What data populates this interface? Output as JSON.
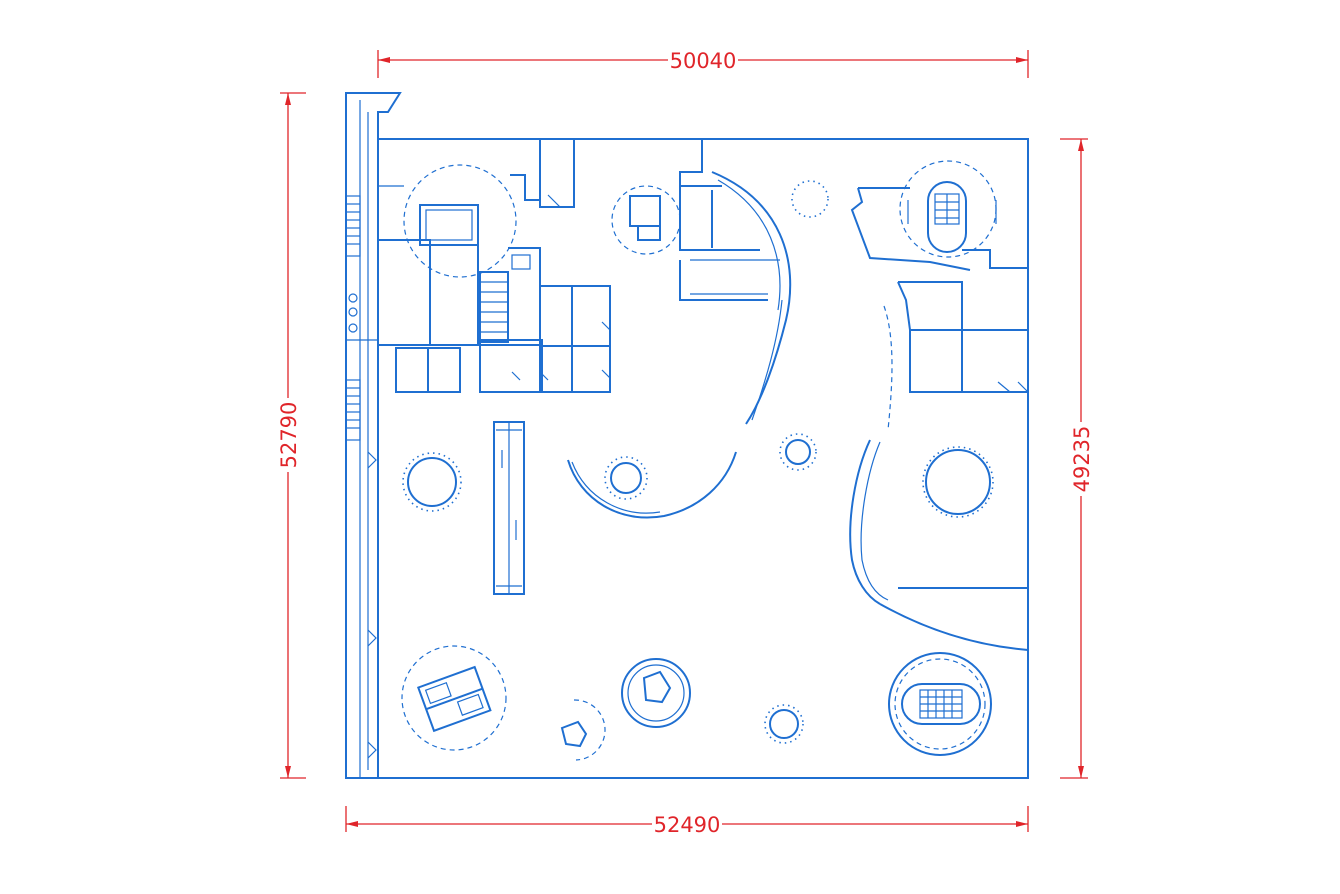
{
  "drawing": {
    "line_color": "#1f6fd1",
    "dimension_color": "#e0252a",
    "background": "#ffffff"
  },
  "dimensions": {
    "top": "50040",
    "bottom": "52490",
    "left": "52790",
    "right": "49235"
  }
}
